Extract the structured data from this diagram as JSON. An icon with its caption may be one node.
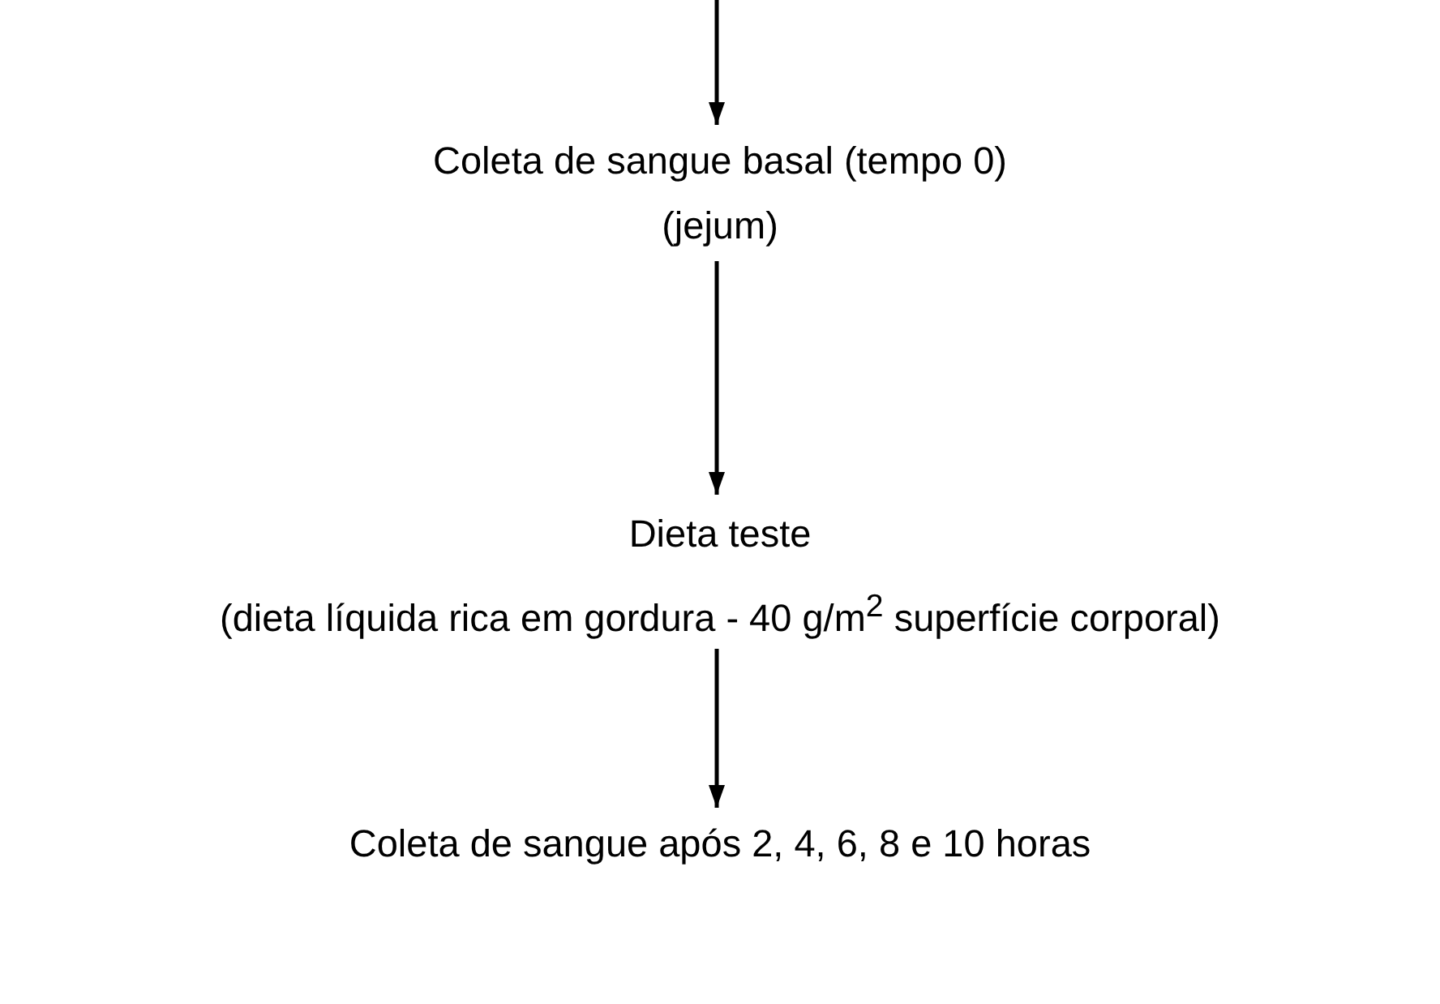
{
  "diagram": {
    "nodes": [
      {
        "text": [
          "Coleta de sangue basal (tempo 0)",
          "(jejum)"
        ]
      },
      {
        "text": [
          "Dieta teste",
          "(dieta líquida rica em gordura - 40 g/m$^{2}$ superfície corporal)"
        ]
      },
      {
        "text": [
          "Coleta de sangue após 2, 4, 6, 8 e 10 horas"
        ]
      }
    ],
    "edges": [
      {
        "from": null,
        "to": 0,
        "arrow": "to"
      },
      {
        "from": 0,
        "to": 1,
        "arrow": "to"
      },
      {
        "from": 1,
        "to": 2,
        "arrow": "to"
      }
    ]
  }
}
